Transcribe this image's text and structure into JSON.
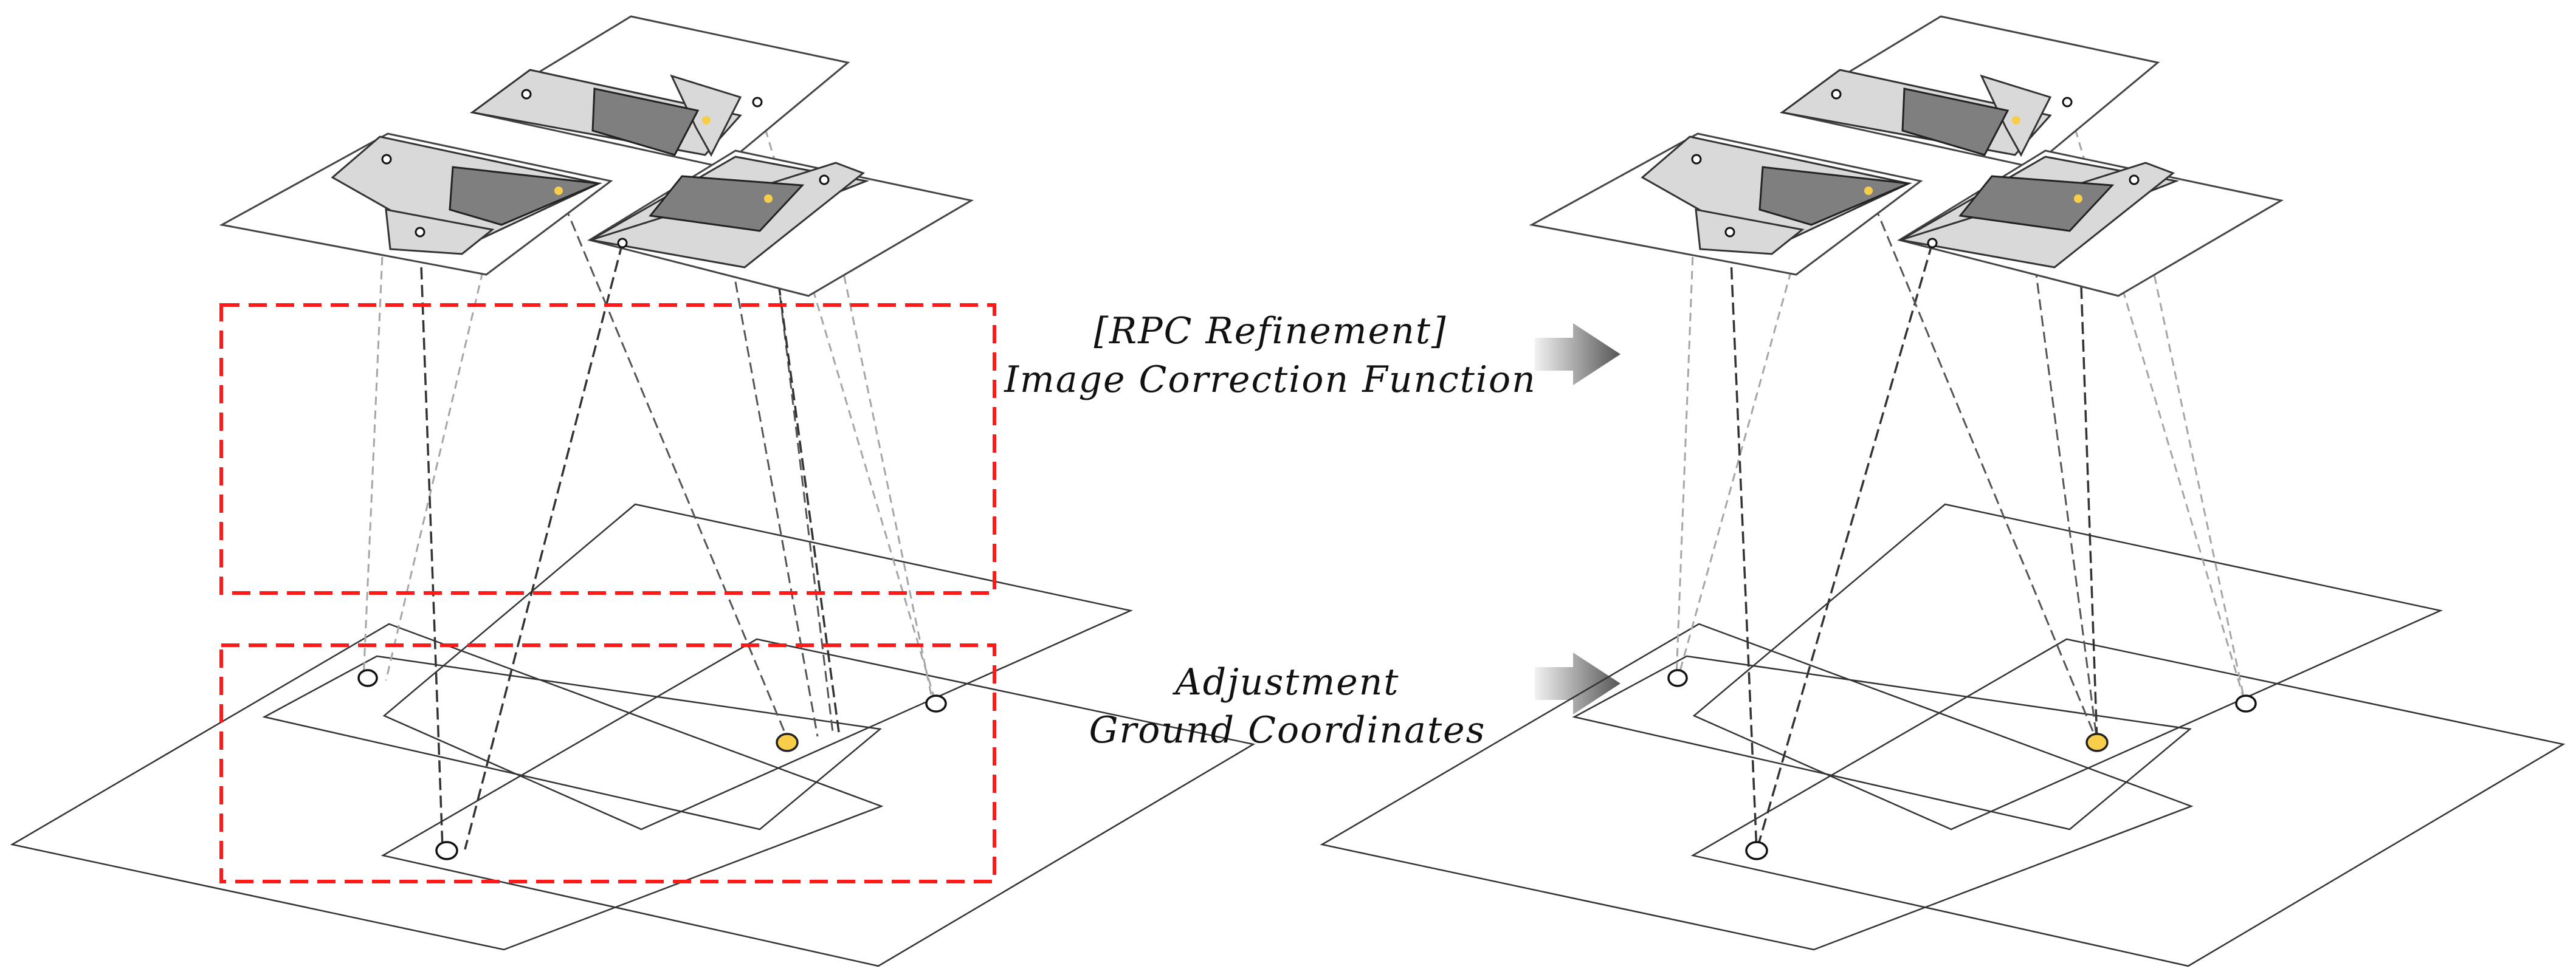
{
  "labels": {
    "rpc_refinement": "[RPC Refinement]",
    "image_correction_function": "Image Correction Function",
    "adjustment": "Adjustment",
    "ground_coordinates": "Ground Coordinates"
  },
  "colors": {
    "highlight_box": "#ff1a1a",
    "tie_point": "#f7cd4a",
    "arrow_gradient_start": "#f2f2f2",
    "arrow_gradient_end": "#555555"
  },
  "icons": {
    "arrow_top": "right-arrow-icon",
    "arrow_bottom": "right-arrow-icon"
  }
}
